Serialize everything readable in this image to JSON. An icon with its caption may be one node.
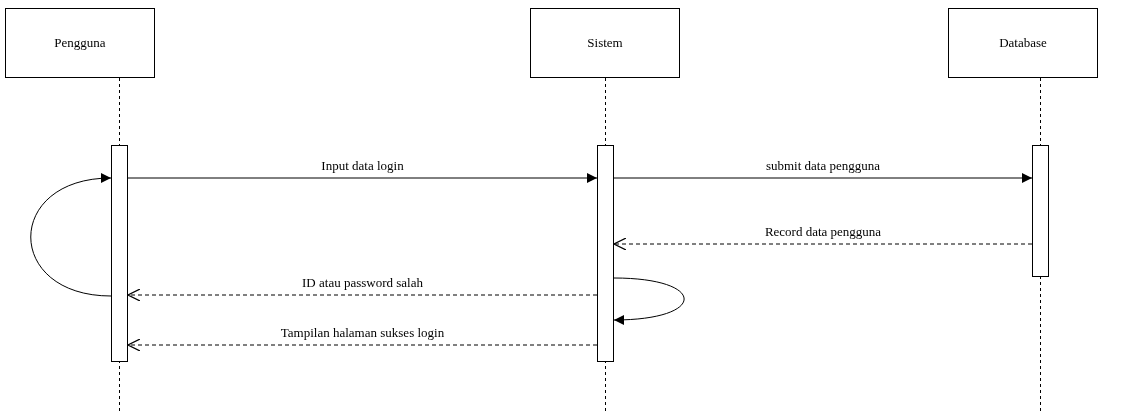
{
  "diagram": {
    "nodes": [
      {
        "text": [
          "Pengguna"
        ]
      },
      {
        "text": [
          "Sistem"
        ]
      },
      {
        "text": [
          "Database"
        ]
      },
      {
        "text": [],
        "shape": "bar"
      },
      {
        "text": [],
        "shape": "bar"
      },
      {
        "text": [],
        "shape": "bar"
      }
    ],
    "edges": [
      {
        "from": 3,
        "to": 4,
        "label": "Input data login",
        "arrow": "to"
      },
      {
        "from": 3,
        "to": 3,
        "arrow": "to"
      },
      {
        "from": 4,
        "to": 5,
        "label": "submit data pengguna",
        "arrow": "to"
      },
      {
        "from": 5,
        "to": 4,
        "label": "Record data pengguna",
        "arrow": "to",
        "style": "dashed"
      },
      {
        "from": 4,
        "to": 3,
        "label": "ID atau password salah",
        "arrow": "to",
        "style": "dashed"
      },
      {
        "from": 4,
        "to": 4,
        "arrow": "to"
      },
      {
        "from": 4,
        "to": 3,
        "label": "Tampilan halaman sukses login",
        "arrow": "to",
        "style": "dashed"
      }
    ]
  }
}
